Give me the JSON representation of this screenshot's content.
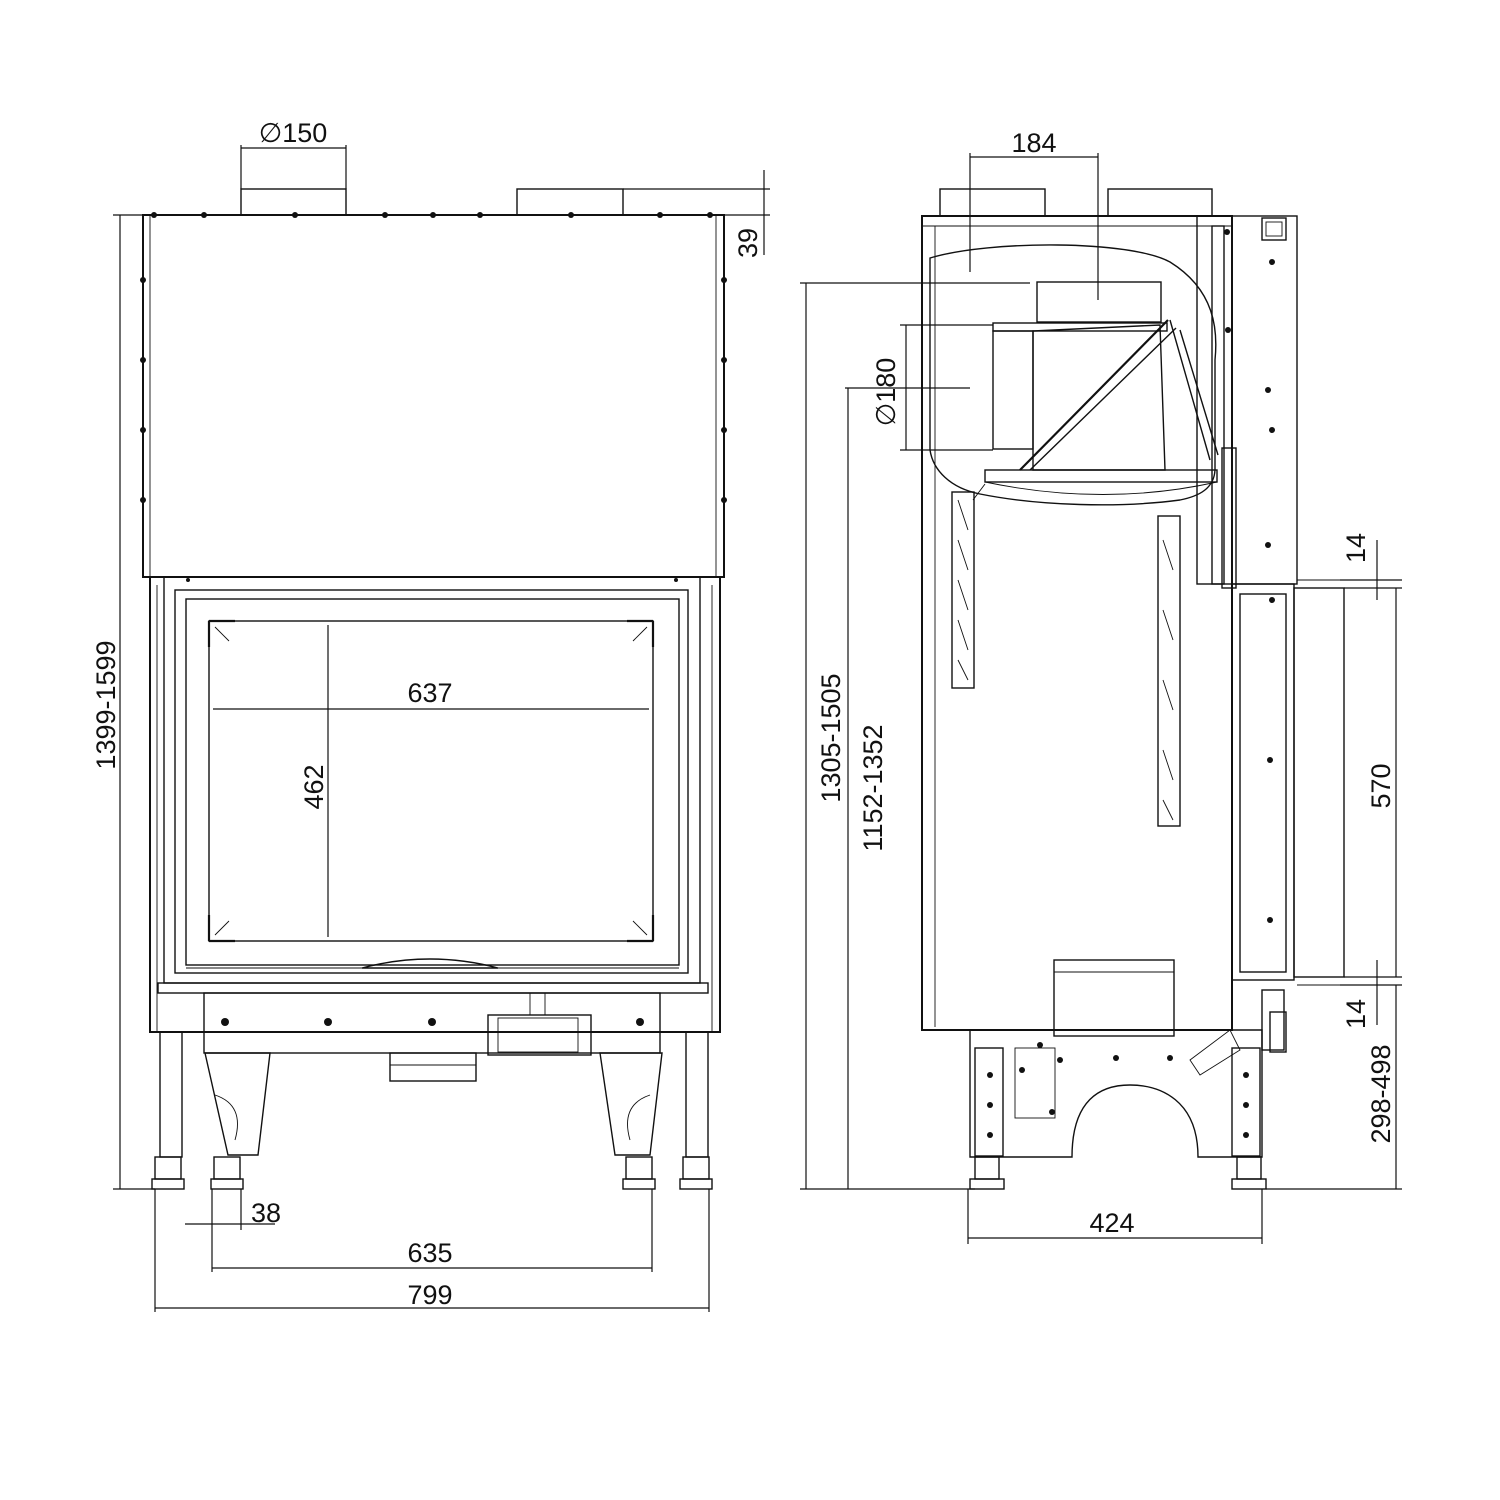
{
  "front_view": {
    "flue_diameter": "∅150",
    "top_offset": "39",
    "total_height": "1399-1599",
    "glass_width": "637",
    "glass_height": "462",
    "foot_width": "38",
    "feet_span": "635",
    "total_width": "799"
  },
  "side_view": {
    "flue_offset": "184",
    "air_inlet_diameter": "∅180",
    "height_to_flue": "1305-1505",
    "height_to_inlet": "1152-1352",
    "depth": "424",
    "door_gap_top": "14",
    "door_height": "570",
    "door_gap_bottom": "14",
    "door_base_height": "298-498"
  },
  "colors": {
    "line": "#111111",
    "background": "#ffffff"
  }
}
